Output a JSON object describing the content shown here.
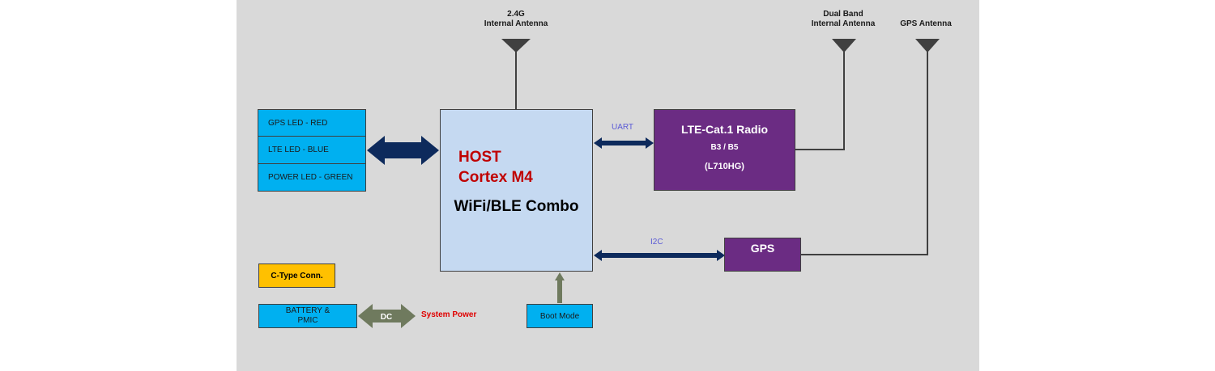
{
  "antennas": {
    "wifi": {
      "line1": "2.4G",
      "line2": "Internal Antenna"
    },
    "lte": {
      "line1": "Dual Band",
      "line2": "Internal Antenna"
    },
    "gps": {
      "line1": "GPS Antenna"
    }
  },
  "leds": {
    "items": [
      {
        "label": "GPS LED - RED"
      },
      {
        "label": "LTE LED - BLUE"
      },
      {
        "label": "POWER LED - GREEN"
      }
    ]
  },
  "host": {
    "title_line1": "HOST",
    "title_line2": "Cortex M4",
    "subtitle": "WiFi/BLE Combo"
  },
  "lte_radio": {
    "title": "LTE-Cat.1 Radio",
    "bands": "B3 / B5",
    "model": "(L710HG)"
  },
  "gps_module": {
    "title": "GPS"
  },
  "buses": {
    "uart": "UART",
    "i2c": "I2C"
  },
  "power": {
    "connector": "C-Type Conn.",
    "battery_line1": "BATTERY &",
    "battery_line2": "PMIC",
    "dc": "DC",
    "system_power": "System Power"
  },
  "boot": {
    "label": "Boot Mode"
  },
  "colors": {
    "panel_bg": "#d9d9d9",
    "host_fill": "#c5d9f1",
    "module_fill": "#6b2c83",
    "led_fill": "#00b0f0",
    "connector_fill": "#ffc000",
    "bus_arrow": "#0d2a5c",
    "power_arrow": "#6f7a5e",
    "host_text": "#c00000",
    "power_text": "#e00000",
    "bus_text": "#5b5bd6"
  }
}
